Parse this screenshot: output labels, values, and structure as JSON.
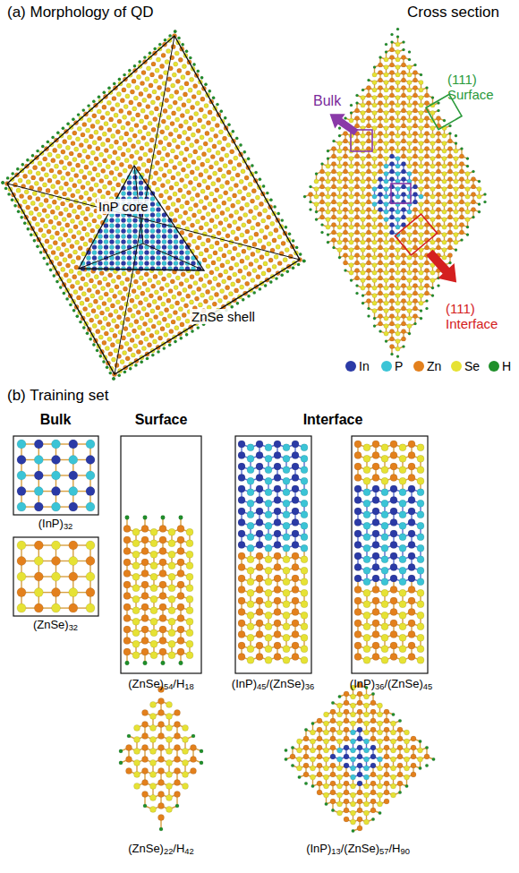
{
  "diagram": {
    "labels": [
      "(a) Morphology of QD",
      "Cross section",
      "InP core",
      "Bulk",
      "(111) Surface",
      "ZnSe shell",
      "(111) Interface",
      "(b) Training set",
      "Bulk",
      "Surface",
      "Interface",
      "(InP)32",
      "(ZnSe)32",
      "(ZnSe)54/H18",
      "(InP)45/(ZnSe)36",
      "(InP)36/(ZnSe)45",
      "(ZnSe)22/H42",
      "(InP)13/(ZnSe)57/H90"
    ],
    "legend": [
      {
        "text": "In",
        "color": "#2b3aa6"
      },
      {
        "text": "P",
        "color": "#3bc4d6"
      },
      {
        "text": "Zn",
        "color": "#e3801c"
      },
      {
        "text": "Se",
        "color": "#e6e234"
      },
      {
        "text": "H",
        "color": "#1f8f2a"
      }
    ]
  }
}
